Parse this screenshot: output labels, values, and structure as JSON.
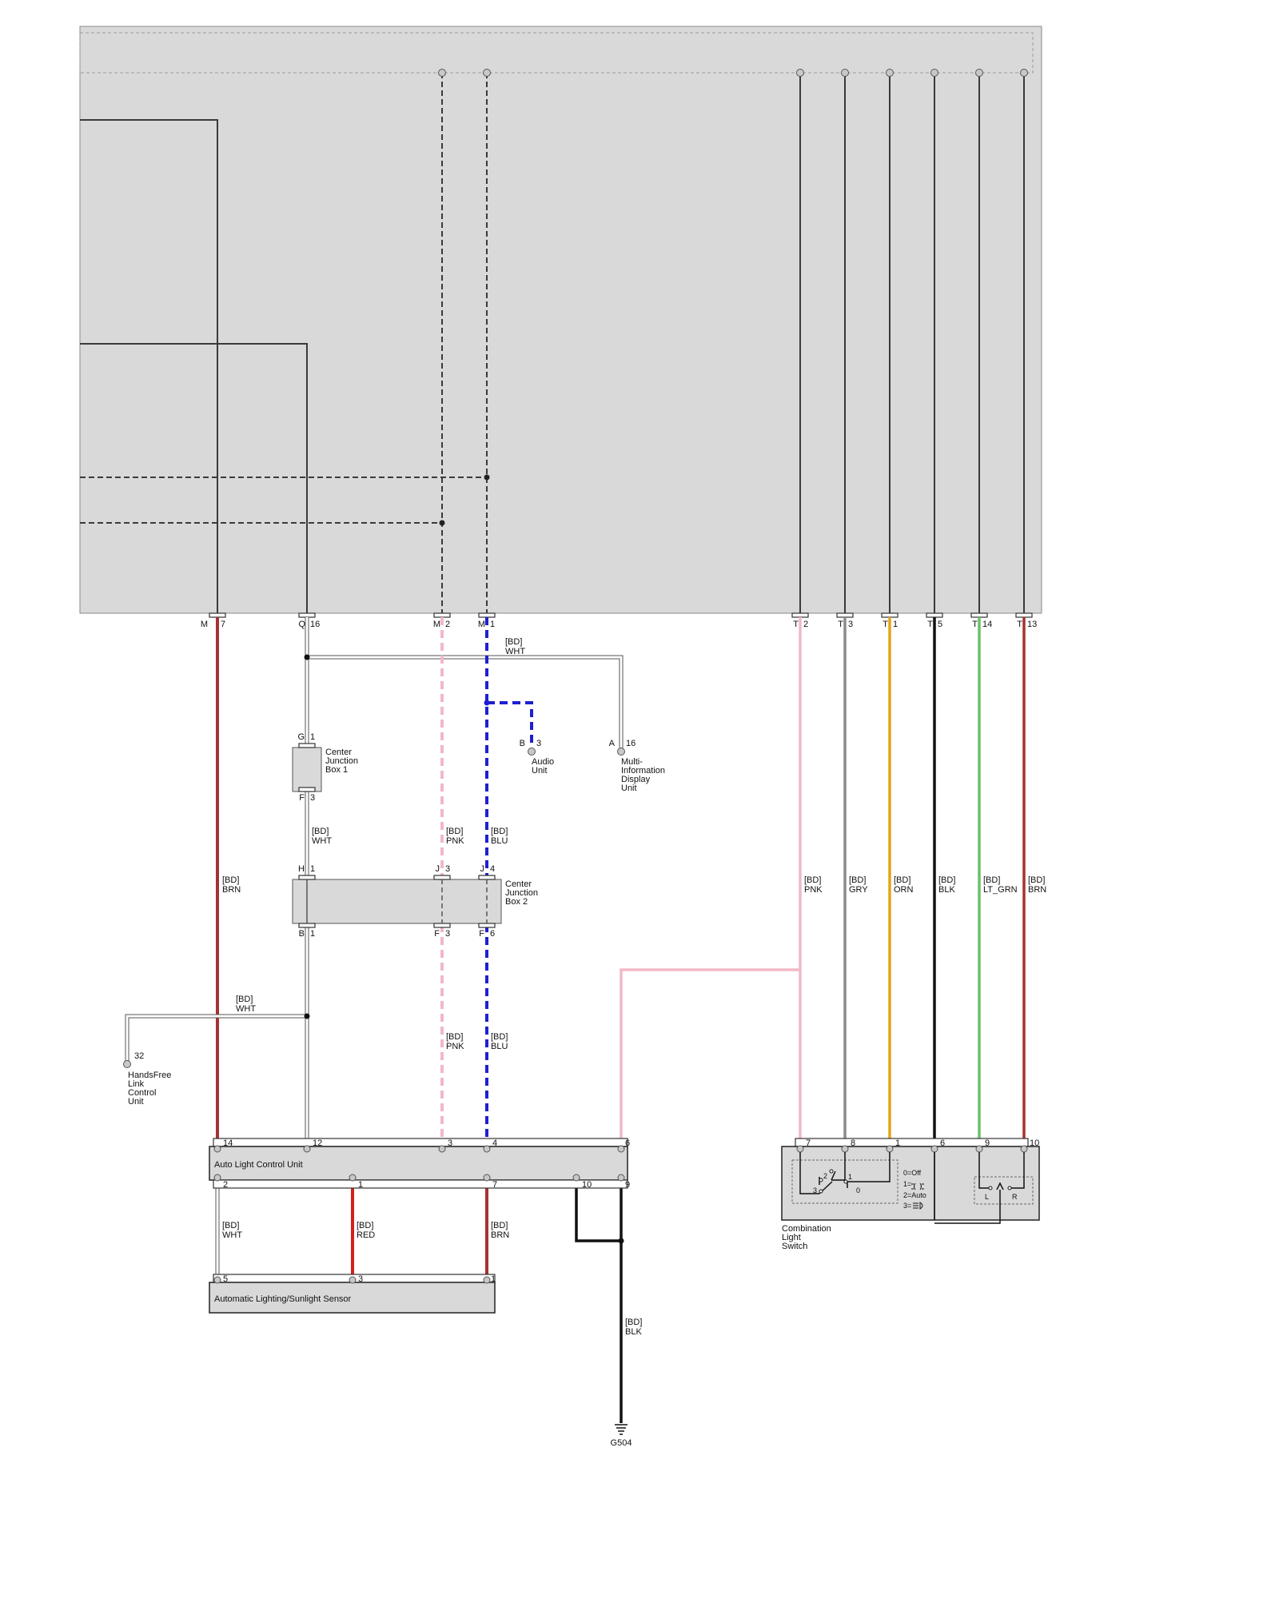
{
  "wire_code": "[BD]",
  "colors": {
    "brn": "#a63232",
    "pnk": "#f2b8c6",
    "blu": "#1f1fd1",
    "gry": "#8c8c8c",
    "orn": "#e8a317",
    "blk": "#111111",
    "ltgrn": "#6cbf6c",
    "red": "#d61e1e",
    "wht": "#ffffff",
    "module_fill": "#d9d9d9"
  },
  "top_pins": {
    "m7": {
      "conn": "M",
      "num": "7"
    },
    "q16": {
      "conn": "Q",
      "num": "16"
    },
    "m2": {
      "conn": "M",
      "num": "2"
    },
    "m1": {
      "conn": "M",
      "num": "1"
    },
    "t2": {
      "conn": "T",
      "num": "2"
    },
    "t3": {
      "conn": "T",
      "num": "3"
    },
    "t1": {
      "conn": "T",
      "num": "1"
    },
    "t5": {
      "conn": "T",
      "num": "5"
    },
    "t14": {
      "conn": "T",
      "num": "14"
    },
    "t13": {
      "conn": "T",
      "num": "13"
    }
  },
  "wire_colors": {
    "brn": "BRN",
    "wht": "WHT",
    "pnk": "PNK",
    "blu": "BLU",
    "gry": "GRY",
    "orn": "ORN",
    "blk": "BLK",
    "ltgrn": "LT_GRN",
    "red": "RED"
  },
  "components": {
    "audio_unit": {
      "line1": "Audio",
      "line2": "Unit",
      "conn": "B",
      "pin": "3"
    },
    "mid_unit": {
      "line1": "Multi-",
      "line2": "Information",
      "line3": "Display",
      "line4": "Unit",
      "conn": "A",
      "pin": "16"
    },
    "cjb1": {
      "line1": "Center",
      "line2": "Junction",
      "line3": "Box 1",
      "top_conn": "G",
      "top_pin": "1",
      "bot_conn": "F",
      "bot_pin": "3"
    },
    "cjb2": {
      "line1": "Center",
      "line2": "Junction",
      "line3": "Box 2",
      "h1": {
        "conn": "H",
        "num": "1"
      },
      "j3": {
        "conn": "J",
        "num": "3"
      },
      "j4": {
        "conn": "J",
        "num": "4"
      },
      "b1": {
        "conn": "B",
        "num": "1"
      },
      "f3": {
        "conn": "F",
        "num": "3"
      },
      "f6": {
        "conn": "F",
        "num": "6"
      }
    },
    "handsfree": {
      "line1": "HandsFree",
      "line2": "Link",
      "line3": "Control",
      "line4": "Unit",
      "pin": "32"
    },
    "alcu": {
      "name": "Auto Light Control Unit",
      "top_pins": [
        "14",
        "12",
        "3",
        "4",
        "6"
      ],
      "bot_pins": [
        "2",
        "1",
        "7",
        "10",
        "9"
      ]
    },
    "sensor": {
      "name": "Automatic Lighting/Sunlight Sensor",
      "pins": [
        "5",
        "3",
        "1"
      ]
    },
    "cls": {
      "line1": "Combination",
      "line2": "Light",
      "line3": "Switch",
      "pins": [
        "7",
        "8",
        "1",
        "6",
        "9",
        "10"
      ],
      "pos": [
        "0",
        "1",
        "2",
        "3"
      ],
      "legend": [
        "0=Off",
        "1=",
        "2=Auto",
        "3="
      ],
      "left": "L",
      "right": "R"
    },
    "ground": {
      "name": "G504"
    }
  }
}
